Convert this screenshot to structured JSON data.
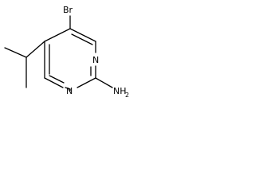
{
  "structure": {
    "atoms": {
      "br": "Br",
      "n_ring_top": "N",
      "n_ring_bottom": "N",
      "amine_nh": "NH",
      "amine_sub": "2"
    }
  }
}
